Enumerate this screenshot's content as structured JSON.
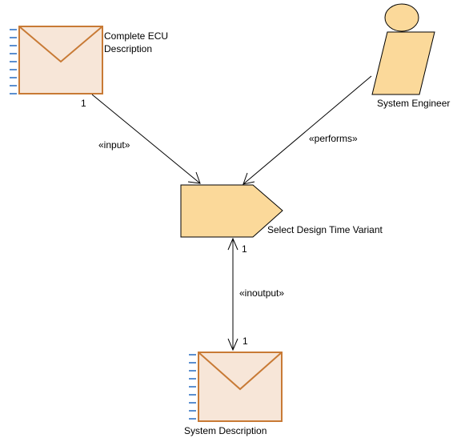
{
  "colors": {
    "work_product_fill": "#f7e6d8",
    "work_product_stroke": "#c87a35",
    "task_fill": "#fbd99a",
    "role_fill": "#fbd99a",
    "outline": "#000000",
    "side_dashes": "#5b8fd0",
    "edge": "#000000"
  },
  "nodes": {
    "complete_ecu": {
      "label_line1": "Complete ECU",
      "label_line2": "Description",
      "icon": "envelope-icon"
    },
    "system_engineer": {
      "label": "System Engineer",
      "icon": "role-actor-icon"
    },
    "select_task": {
      "label": "Select Design Time Variant",
      "icon": "task-pentagon-icon"
    },
    "system_description": {
      "label": "System Description",
      "icon": "envelope-icon"
    }
  },
  "edges": {
    "input": {
      "stereotype": "«input»",
      "multiplicity": "1"
    },
    "performs": {
      "stereotype": "«performs»"
    },
    "inoutput": {
      "stereotype": "«inoutput»",
      "multiplicity_top": "1",
      "multiplicity_bottom": "1"
    }
  }
}
